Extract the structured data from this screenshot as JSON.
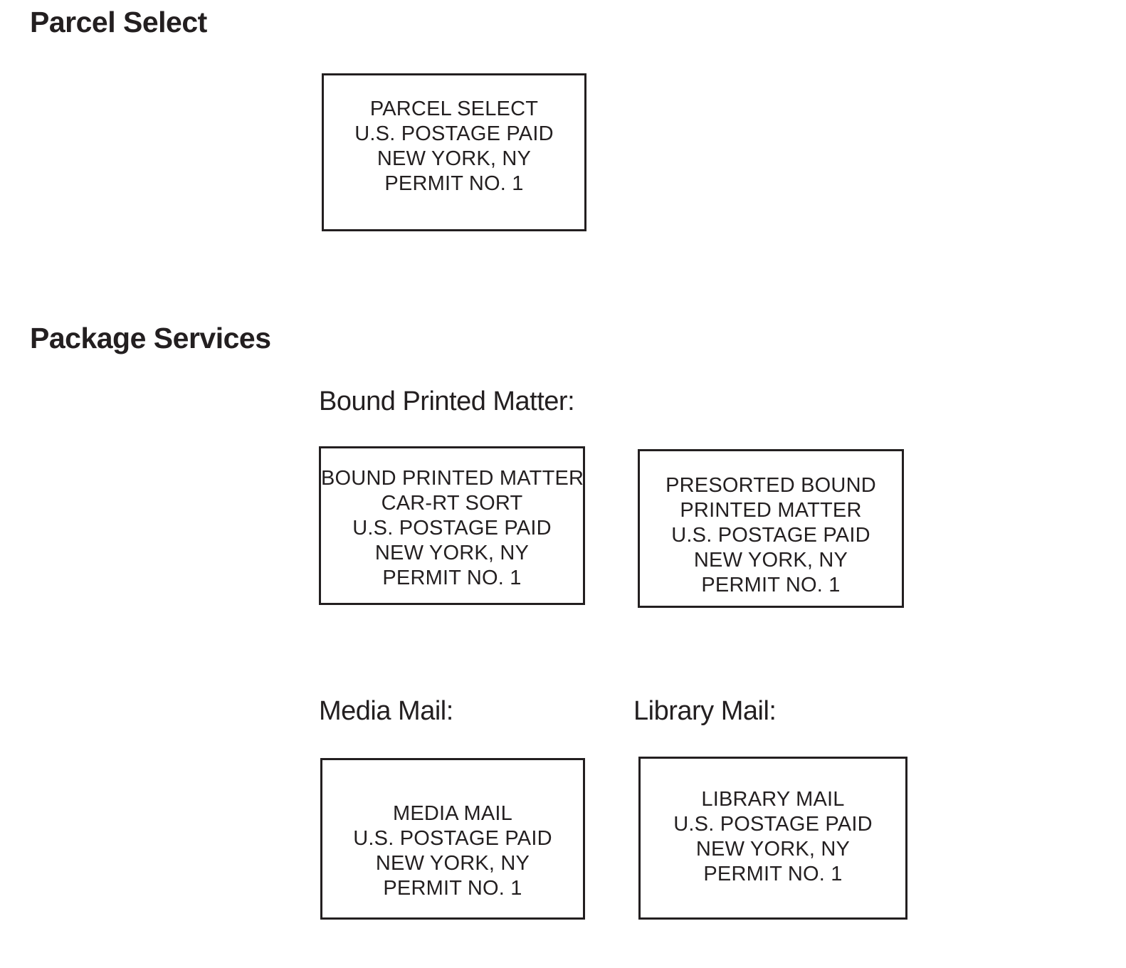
{
  "page": {
    "background_color": "#ffffff",
    "text_color": "#231f20",
    "box_border_color": "#231f20"
  },
  "headings": {
    "parcel_select": "Parcel Select",
    "package_services": "Package Services"
  },
  "labels": {
    "bound_printed_matter": "Bound Printed Matter:",
    "media_mail": "Media Mail:",
    "library_mail": "Library Mail:"
  },
  "indicia": {
    "parcel_select": {
      "lines": [
        "PARCEL SELECT",
        "U.S. POSTAGE PAID",
        "NEW YORK, NY",
        "PERMIT NO. 1"
      ]
    },
    "bound_printed_matter_carrt": {
      "lines": [
        "BOUND PRINTED MATTER",
        "CAR-RT SORT",
        "U.S. POSTAGE PAID",
        "NEW YORK, NY",
        "PERMIT NO. 1"
      ]
    },
    "presorted_bound_printed_matter": {
      "lines": [
        "PRESORTED BOUND",
        "PRINTED MATTER",
        "U.S. POSTAGE PAID",
        "NEW YORK, NY",
        "PERMIT NO. 1"
      ]
    },
    "media_mail": {
      "lines": [
        "MEDIA MAIL",
        "U.S. POSTAGE PAID",
        "NEW YORK, NY",
        "PERMIT NO. 1"
      ]
    },
    "library_mail": {
      "lines": [
        "LIBRARY MAIL",
        "U.S. POSTAGE PAID",
        "NEW YORK, NY",
        "PERMIT NO. 1"
      ]
    }
  }
}
